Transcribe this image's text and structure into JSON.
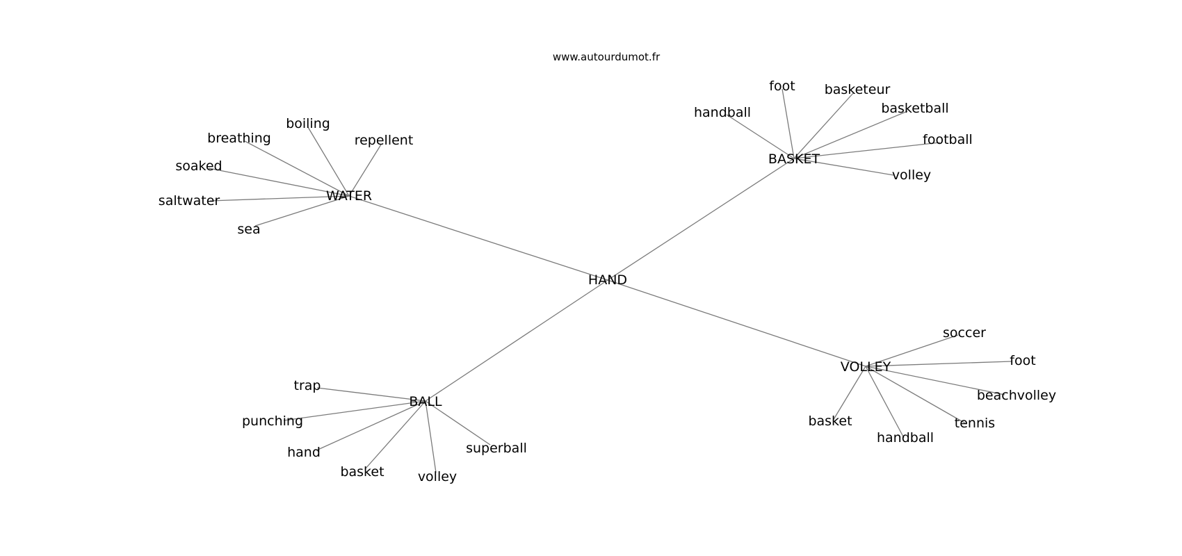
{
  "site": "www.autourdumot.fr",
  "colors": {
    "edge": "#7a7a7a",
    "text": "#000000",
    "background": "#ffffff"
  },
  "center": "HAND",
  "hubs": [
    {
      "id": "water",
      "label": "WATER",
      "leaves": [
        {
          "id": "repellent",
          "label": "repellent"
        },
        {
          "id": "boiling",
          "label": "boiling"
        },
        {
          "id": "breathing",
          "label": "breathing"
        },
        {
          "id": "soaked",
          "label": "soaked"
        },
        {
          "id": "saltwater",
          "label": "saltwater"
        },
        {
          "id": "sea",
          "label": "sea"
        }
      ]
    },
    {
      "id": "basket",
      "label": "BASKET",
      "leaves": [
        {
          "id": "handball",
          "label": "handball"
        },
        {
          "id": "foot",
          "label": "foot"
        },
        {
          "id": "basketeur",
          "label": "basketeur"
        },
        {
          "id": "basketball",
          "label": "basketball"
        },
        {
          "id": "football",
          "label": "football"
        },
        {
          "id": "volley",
          "label": "volley"
        }
      ]
    },
    {
      "id": "ball",
      "label": "BALL",
      "leaves": [
        {
          "id": "trap",
          "label": "trap"
        },
        {
          "id": "punching",
          "label": "punching"
        },
        {
          "id": "hand",
          "label": "hand"
        },
        {
          "id": "basket",
          "label": "basket"
        },
        {
          "id": "volley",
          "label": "volley"
        },
        {
          "id": "superball",
          "label": "superball"
        }
      ]
    },
    {
      "id": "volley",
      "label": "VOLLEY",
      "leaves": [
        {
          "id": "soccer",
          "label": "soccer"
        },
        {
          "id": "foot",
          "label": "foot"
        },
        {
          "id": "beachvolley",
          "label": "beachvolley"
        },
        {
          "id": "tennis",
          "label": "tennis"
        },
        {
          "id": "handball",
          "label": "handball"
        },
        {
          "id": "basket",
          "label": "basket"
        }
      ]
    }
  ]
}
